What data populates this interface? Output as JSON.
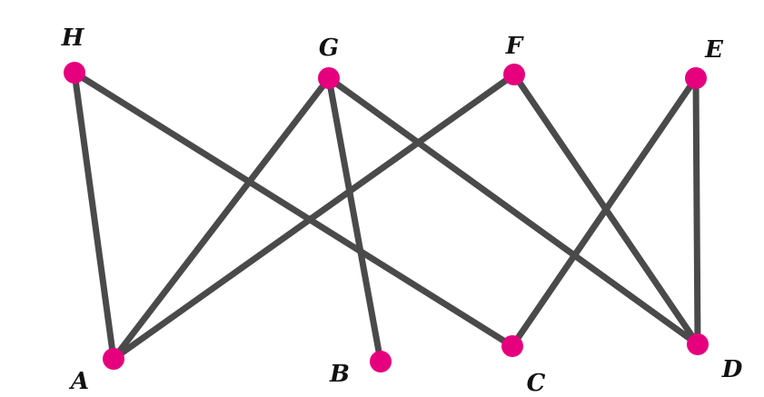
{
  "colors": {
    "node": "#e6007e",
    "edge": "#4a4a4a",
    "label": "#111111"
  },
  "nodes": [
    {
      "id": "H",
      "label": "H"
    },
    {
      "id": "G",
      "label": "G"
    },
    {
      "id": "F",
      "label": "F"
    },
    {
      "id": "E",
      "label": "E"
    },
    {
      "id": "A",
      "label": "A"
    },
    {
      "id": "B",
      "label": "B"
    },
    {
      "id": "C",
      "label": "C"
    },
    {
      "id": "D",
      "label": "D"
    }
  ],
  "edges": [
    [
      "H",
      "A"
    ],
    [
      "H",
      "C"
    ],
    [
      "G",
      "A"
    ],
    [
      "G",
      "B"
    ],
    [
      "G",
      "D"
    ],
    [
      "F",
      "A"
    ],
    [
      "F",
      "D"
    ],
    [
      "E",
      "C"
    ],
    [
      "E",
      "D"
    ]
  ]
}
